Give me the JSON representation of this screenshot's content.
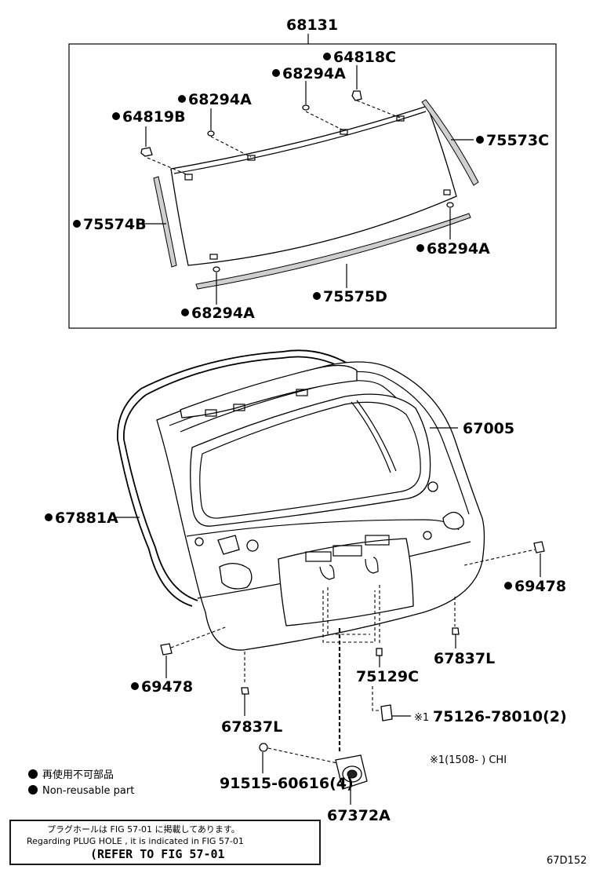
{
  "parts": {
    "group": "68131",
    "p64818C": "64818C",
    "p68294A_top_mid": "68294A",
    "p68294A_top_left": "68294A",
    "p64819B": "64819B",
    "p75573C": "75573C",
    "p75574B": "75574B",
    "p68294A_right": "68294A",
    "p75575D": "75575D",
    "p68294A_bottom": "68294A",
    "p67005": "67005",
    "p67881A": "67881A",
    "p69478_right": "69478",
    "p69478_left": "69478",
    "p67837L_right": "67837L",
    "p67837L_left": "67837L",
    "p75129C": "75129C",
    "p75126": "75126-78010(2)",
    "p75126_prefix": "※1",
    "p91515": "91515-60616(4)",
    "p67372A": "67372A"
  },
  "footnote": "※1(1508-      ) CHI",
  "legend": {
    "line1": "再使用不可部品",
    "line2": "Non-reusable part"
  },
  "note": {
    "line1": "プラグホールは FIG  57-01 に掲載してあります。",
    "line2": "Regarding  PLUG  HOLE , it is indicated in  FIG  57-01",
    "line3": "(REFER  TO  FIG  57-01"
  },
  "diagram_code": "67D152"
}
